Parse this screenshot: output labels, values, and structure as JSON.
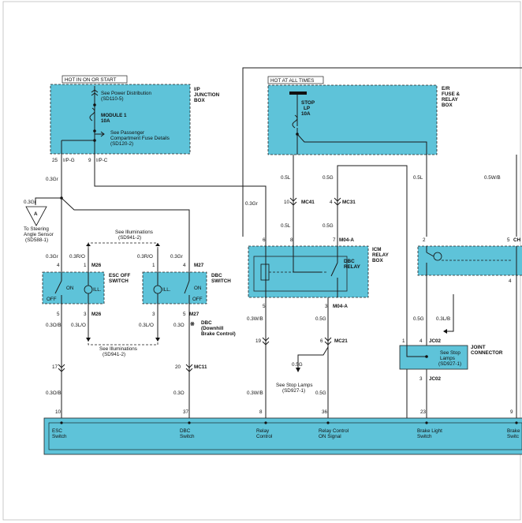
{
  "hot_labels": {
    "ign": "HOT IN ON OR START",
    "all": "HOT AT ALL TIMES"
  },
  "junction_box": {
    "title": [
      "I/P",
      "JUNCTION",
      "BOX"
    ],
    "power_ref": [
      "See Power Distribution",
      "(SD110-5)"
    ],
    "fuse": [
      "MODULE 1",
      "10A"
    ],
    "fuse_ref": [
      "See Passenger",
      "Compartment Fuse Details",
      "(SD120-2)"
    ],
    "pin_left": "25",
    "conn_left": "I/P-G",
    "pin_right": "9",
    "conn_right": "I/P-C"
  },
  "er_box": {
    "title": [
      "E/R",
      "FUSE &",
      "RELAY",
      "BOX"
    ],
    "fuse": [
      "STOP",
      "LP",
      "10A"
    ]
  },
  "wires": {
    "g1": "0.3Gr",
    "g2": "0.3Gr",
    "g_gnd": "0.3Gr",
    "g3": "0.3Gr",
    "g4": "0.3Gr",
    "r1": "0.3R/O",
    "r2": "0.3R/O",
    "l1": "0.3L/O",
    "l2": "0.3L/O",
    "ob1": "0.3O/B",
    "ob2": "0.3O/B",
    "o1": "0.3O",
    "o2": "0.3O",
    "l5a": "0.5L",
    "l5b": "0.5L",
    "l5c": "0.5L",
    "g5a": "0.5G",
    "g5b": "0.5G",
    "g5c": "0.5G",
    "g5d": "0.5G",
    "g5e": "0.5G",
    "g5f": "0.5G",
    "wb1": "0.3W/B",
    "wb2": "0.3W/B",
    "lb": "0.3L/B",
    "swb": "0.5W/B"
  },
  "steering": {
    "letter": "A",
    "text": [
      "To Steering",
      "Angle Sensor",
      "(SD588-1)"
    ]
  },
  "illum_top": [
    "See Illuminations",
    "(SD941-2)"
  ],
  "illum_bottom": [
    "See Illuminations",
    "(SD941-2)"
  ],
  "esc_switch": {
    "title": [
      "ESC OFF",
      "SWITCH"
    ],
    "conn": "M26",
    "conn_b": "M26",
    "on": "ON",
    "off": "OFF",
    "ill": "ILL.",
    "pins": {
      "p4": "4",
      "p1": "1",
      "p5": "5",
      "p3": "3"
    }
  },
  "dbc_switch": {
    "title": [
      "DBC",
      "SWITCH"
    ],
    "conn": "M27",
    "conn_b": "M27",
    "on": "ON",
    "off": "OFF",
    "ill": "ILL.",
    "pins": {
      "p1": "1",
      "p4": "4",
      "p3": "3",
      "p5": "5"
    },
    "note": [
      "DBC",
      "(Downhill",
      "Brake Control)"
    ],
    "note_mark": "※"
  },
  "connectors": {
    "mc41": "MC41",
    "mc41_pin": "10",
    "mc31": "MC31",
    "mc31_pin": "4",
    "mc11": "MC11",
    "mc11_pin": "20",
    "pin17": "17",
    "mc21": "MC21",
    "mc21_l": "19",
    "mc21_r": "6",
    "jc02_top": "JC02",
    "jc02_bot": "JC02",
    "jc02_p1": "1",
    "jc02_p4": "4",
    "jc02_p3": "3"
  },
  "icm": {
    "title": [
      "ICM",
      "RELAY",
      "BOX"
    ],
    "relay": [
      "DBC",
      "RELAY"
    ],
    "top_pins": {
      "a": "6",
      "b": "8",
      "c": "7"
    },
    "top_conn": "M04-A",
    "bot_pins": {
      "a": "5",
      "b": "3"
    },
    "bot_conn": "M04-A"
  },
  "stop_lamp_ref": [
    "See Stop Lamps",
    "(SD927-1)"
  ],
  "joint": {
    "title": [
      "JOINT",
      "CONNECTOR"
    ],
    "ref": [
      "See Stop",
      "Lamps",
      "(SD927-1)"
    ]
  },
  "right_block": {
    "pin_a": "2",
    "pin_b": "5",
    "pin_c": "4",
    "part": "CH"
  },
  "module": {
    "pins": [
      "10",
      "37",
      "8",
      "36",
      "23",
      "9"
    ],
    "labels": [
      [
        "ESC",
        "Switch"
      ],
      [
        "DBC",
        "Switch"
      ],
      [
        "Relay",
        "Control"
      ],
      [
        "Relay Control",
        "ON Signal"
      ],
      [
        "Brake Light",
        "Switch"
      ],
      [
        "Brake",
        "Switc"
      ]
    ]
  }
}
